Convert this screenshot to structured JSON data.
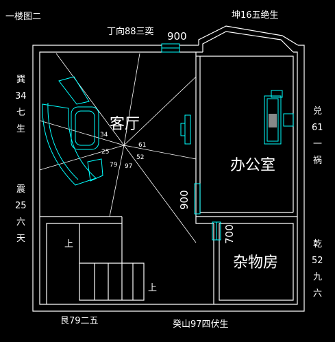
{
  "title": "一楼图二",
  "rooms": {
    "living": "客厅",
    "office": "办公室",
    "storage": "杂物房"
  },
  "stairs": {
    "up_left": "上",
    "up_right": "上"
  },
  "dimensions": {
    "top_window": "900",
    "office_door": "900",
    "storage_door": "700"
  },
  "directions": {
    "top": "丁向88三奕",
    "top_right": "坤16五绝生",
    "bottom_left": "艮79二五",
    "bottom": "癸山97四伏生",
    "left_upper": [
      "巽",
      "34",
      "七",
      "生"
    ],
    "left_lower": [
      "震",
      "25",
      "六",
      "天"
    ],
    "right_upper": [
      "兑",
      "61",
      "一",
      "祸"
    ],
    "right_lower": [
      "乾",
      "52",
      "九",
      "六"
    ]
  },
  "sector_numbers": [
    "34",
    "25",
    "79",
    "97",
    "52",
    "61"
  ],
  "colors": {
    "wall": "#ffffff",
    "fixture": "#00ffff",
    "text": "#ffffff",
    "background": "#000000"
  }
}
